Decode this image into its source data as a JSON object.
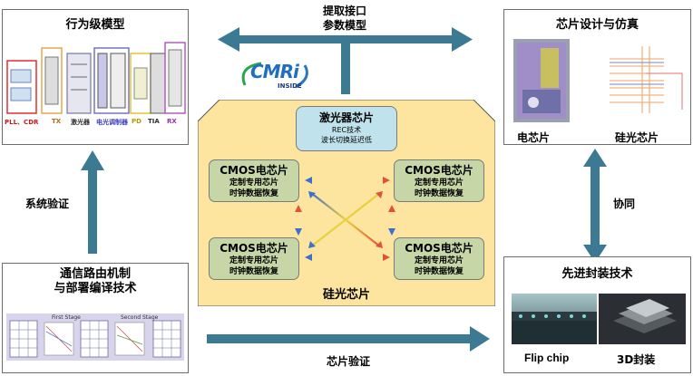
{
  "top_left": {
    "title": "行为级模型",
    "labels": [
      "PLL、CDR",
      "TX",
      "激光器",
      "电光调制器",
      "PD",
      "TIA",
      "RX"
    ]
  },
  "top_center": {
    "line1": "提取接口",
    "line2": "参数模型"
  },
  "logo": {
    "text": "CMRi",
    "sub": "INSIDE"
  },
  "top_right": {
    "title": "芯片设计与仿真",
    "label_left": "电芯片",
    "label_right": "硅光芯片"
  },
  "center": {
    "laser": {
      "title": "激光器芯片",
      "line1": "REC技术",
      "line2": "波长切换延迟低"
    },
    "cmos": [
      {
        "title": "CMOS电芯片",
        "line1": "定制专用芯片",
        "line2": "时钟数据恢复"
      },
      {
        "title": "CMOS电芯片",
        "line1": "定制专用芯片",
        "line2": "时钟数据恢复"
      },
      {
        "title": "CMOS电芯片",
        "line1": "定制专用芯片",
        "line2": "时钟数据恢复"
      },
      {
        "title": "CMOS电芯片",
        "line1": "定制专用芯片",
        "line2": "时钟数据恢复"
      }
    ],
    "caption": "硅光芯片"
  },
  "left_label": "系统验证",
  "right_label": "协同",
  "bottom_left": {
    "title_line1": "通信路由机制",
    "title_line2": "与部署编译技术",
    "stage1": "First Stage",
    "stage2": "Second Stage"
  },
  "bottom_right": {
    "title": "先进封装技术",
    "label_left": "Flip chip",
    "label_right": "3D封装"
  },
  "bottom_label": "芯片验证",
  "colors": {
    "arrow": "#3c7a93",
    "panel_center": "#fde5a0",
    "laser_box": "#bfe2ec",
    "chip_box": "#c7d6a6"
  }
}
